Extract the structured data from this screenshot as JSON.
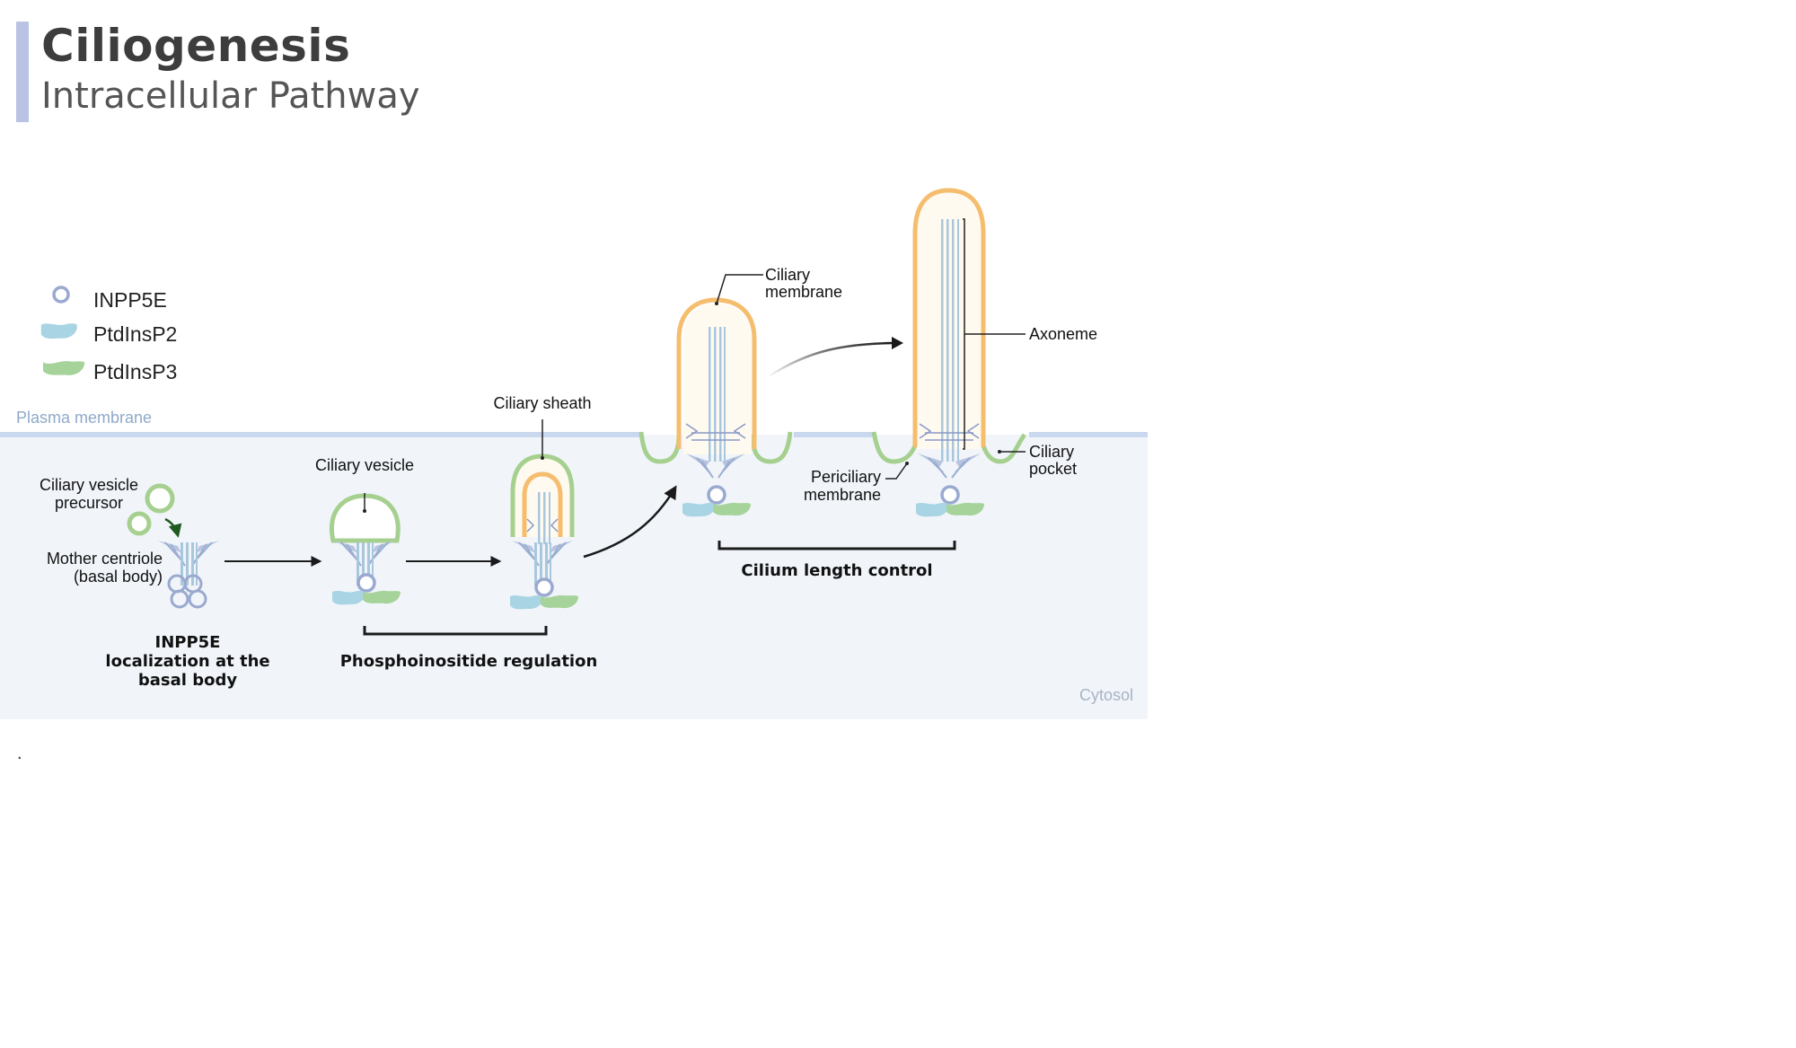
{
  "header": {
    "title": "Ciliogenesis",
    "subtitle": "Intracellular Pathway"
  },
  "legend": [
    {
      "label": "INPP5E",
      "icon": "inpp5e-circle-icon"
    },
    {
      "label": "PtdInsP2",
      "icon": "ptdinsp2-shape-icon"
    },
    {
      "label": "PtdInsP3",
      "icon": "ptdinsp3-shape-icon"
    }
  ],
  "regions": {
    "plasma_membrane": "Plasma membrane",
    "cytosol": "Cytosol"
  },
  "labels": {
    "ciliary_vesicle_precursor": [
      "Ciliary vesicle",
      "precursor"
    ],
    "mother_centriole": [
      "Mother centriole",
      "(basal body)"
    ],
    "ciliary_vesicle": "Ciliary vesicle",
    "ciliary_sheath": "Ciliary sheath",
    "ciliary_membrane": [
      "Ciliary",
      "membrane"
    ],
    "axoneme": "Axoneme",
    "ciliary_pocket": [
      "Ciliary",
      "pocket"
    ],
    "periciliary_membrane": [
      "Periciliary",
      "membrane"
    ]
  },
  "stages": {
    "inpp5e_localization": [
      "INPP5E",
      "localization at the",
      "basal body"
    ],
    "phosphoinositide_regulation": "Phosphoinositide regulation",
    "cilium_length_control": "Cilium length control"
  },
  "footnote": ".",
  "colors": {
    "plasma_membrane_line": "#c9d8ef",
    "cytosol_bg": "#f1f5fa",
    "vesicle_green": "#a6d08f",
    "ciliary_membrane_orange": "#f5bd6e",
    "cilium_fill": "#fffaf0",
    "inpp5e": "#9aa9cf",
    "ptdinsp2": "#a9d4e3",
    "ptdinsp3": "#a6d39a",
    "axoneme": "#a9c7dc",
    "region_label": "#8fa9c9",
    "title_bar": "#b9c3e3"
  }
}
